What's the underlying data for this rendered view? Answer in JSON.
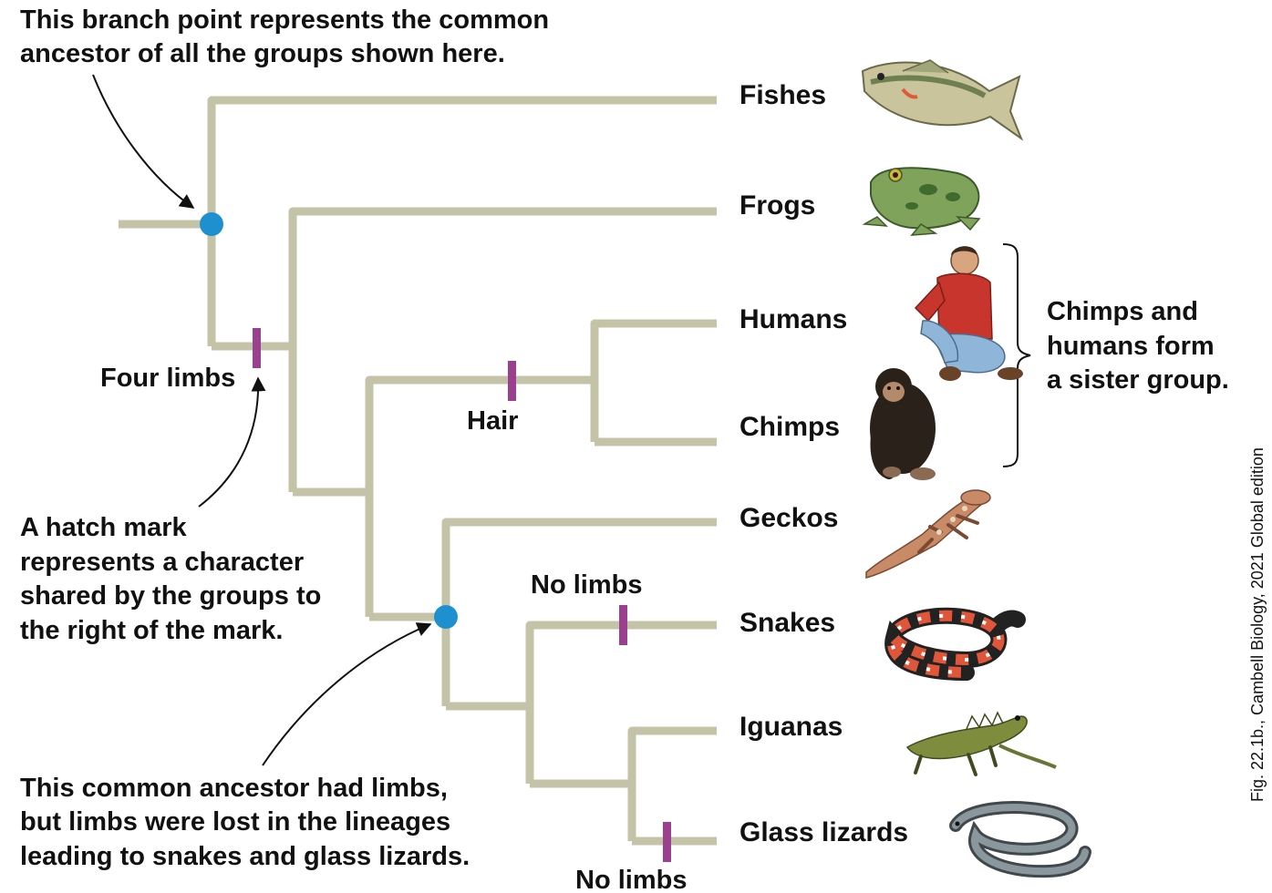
{
  "colors": {
    "branch": "#c4c3a8",
    "node": "#1e90d0",
    "hatch": "#9b3f8f",
    "text": "#111111"
  },
  "annotations": {
    "branch_point": [
      "This branch point represents the common",
      "ancestor of all the groups shown here."
    ],
    "hatch_mark": [
      "A hatch mark",
      "represents a character",
      "shared by the groups to",
      "the right of the mark."
    ],
    "lost_limbs": [
      "This common ancestor had limbs,",
      "but limbs were lost in the lineages",
      "leading to snakes and glass lizards."
    ],
    "sister_group": [
      "Chimps and",
      "humans form",
      "a sister group."
    ]
  },
  "characters": {
    "four_limbs": "Four limbs",
    "hair": "Hair",
    "no_limbs_snakes": "No limbs",
    "no_limbs_glass": "No limbs"
  },
  "taxa": [
    {
      "name": "Fishes",
      "icon": "fish-icon"
    },
    {
      "name": "Frogs",
      "icon": "frog-icon"
    },
    {
      "name": "Humans",
      "icon": "human-icon"
    },
    {
      "name": "Chimps",
      "icon": "chimp-icon"
    },
    {
      "name": "Geckos",
      "icon": "gecko-icon"
    },
    {
      "name": "Snakes",
      "icon": "snake-icon"
    },
    {
      "name": "Iguanas",
      "icon": "iguana-icon"
    },
    {
      "name": "Glass lizards",
      "icon": "glass-lizard-icon"
    }
  ],
  "credit": "Fig. 22.1b., Cambell Biology, 2021 Global edition"
}
